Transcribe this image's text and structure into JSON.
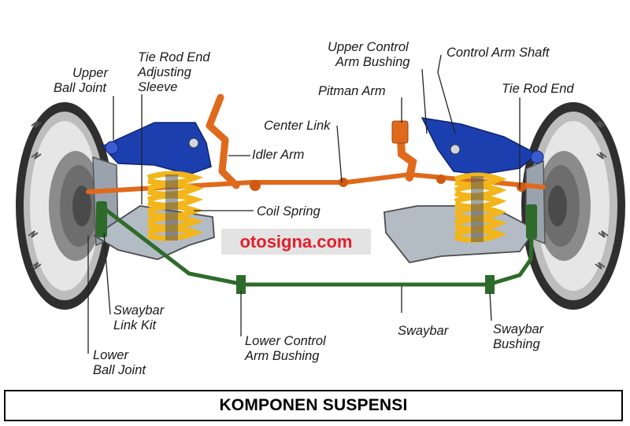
{
  "labels": {
    "upper_ball_joint": [
      "Upper",
      "Ball Joint"
    ],
    "tie_rod_end_adjusting_sleeve": [
      "Tie Rod End",
      "Adjusting",
      "Sleeve"
    ],
    "upper_control_arm_bushing": [
      "Upper Control",
      "Arm Bushing"
    ],
    "control_arm_shaft": "Control Arm Shaft",
    "pitman_arm": "Pitman Arm",
    "tie_rod_end": "Tie Rod End",
    "center_link": "Center Link",
    "idler_arm": "Idler Arm",
    "coil_spring": "Coil Spring",
    "swaybar_link_kit": [
      "Swaybar",
      "Link Kit"
    ],
    "lower_ball_joint": [
      "Lower",
      "Ball Joint"
    ],
    "lower_control_arm_bushing": [
      "Lower Control",
      "Arm Bushing"
    ],
    "swaybar": "Swaybar",
    "swaybar_bushing": [
      "Swaybar",
      "Bushing"
    ]
  },
  "watermark": "otosigna.com",
  "caption": "KOMPONEN SUSPENSI",
  "colors": {
    "upper_arm": "#1c3fb0",
    "steering_linkage": "#e06a1c",
    "coil_spring": "#f2b51a",
    "swaybar": "#2e6b2a",
    "lower_arm": "#9aa3ad",
    "tire": "#3a3a3a",
    "watermark_text": "#e0202a"
  }
}
